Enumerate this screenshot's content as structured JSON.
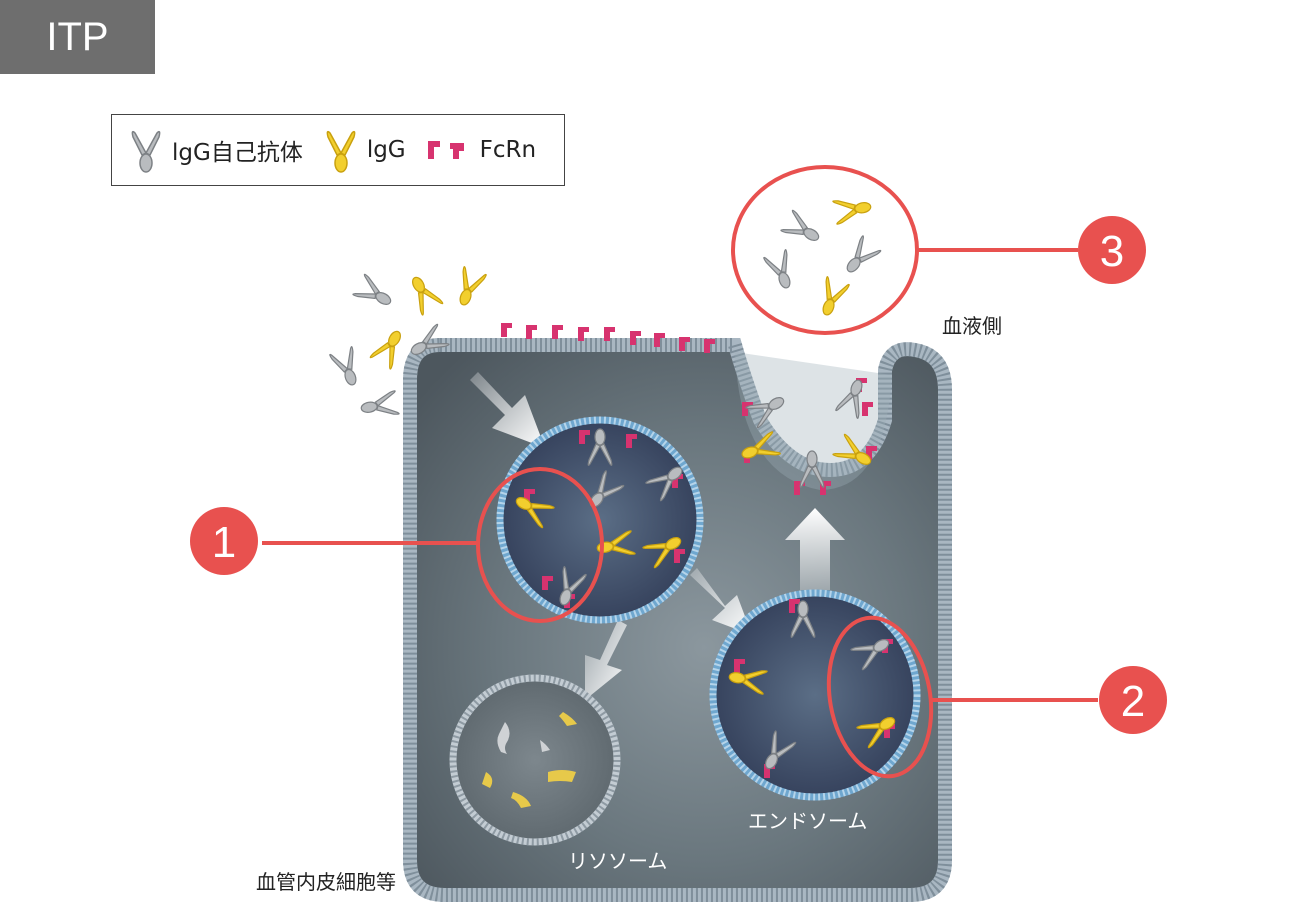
{
  "header": {
    "tag": "ITP"
  },
  "legend": {
    "autoantibody": "lgG自己抗体",
    "igg": "lgG",
    "fcrn": "FcRn"
  },
  "labels": {
    "blood_side": "血液側",
    "endothelial": "血管内皮細胞等",
    "lysosome": "リソソーム",
    "endosome": "エンドソーム"
  },
  "callouts": {
    "one": "1",
    "two": "2",
    "three": "3"
  },
  "colors": {
    "autoantibody": "#b9bcbf",
    "igg": "#f2cf2e",
    "fcrn": "#d7336f",
    "callout": "#e8514f",
    "cell": "#5c6870",
    "membrane": "#a9b7c2"
  }
}
